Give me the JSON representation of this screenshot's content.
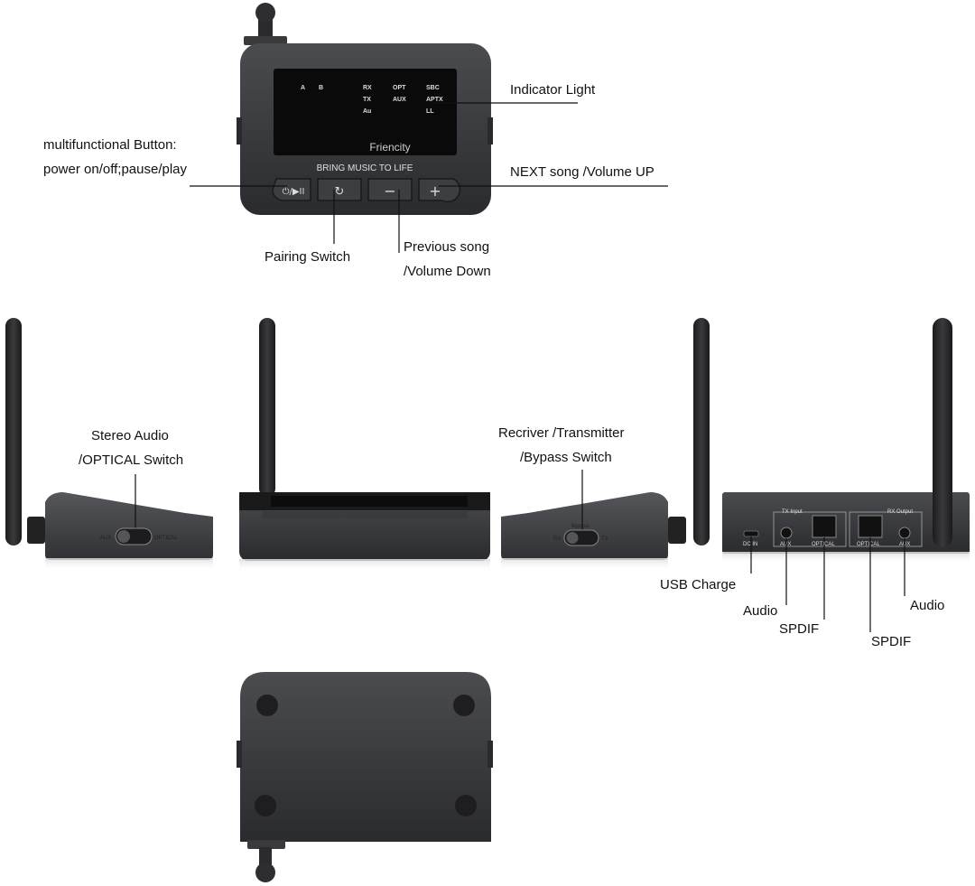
{
  "brand": "Friencity",
  "slogan": "BRING MUSIC TO LIFE",
  "screen_indicators": [
    "A",
    "B",
    "RX",
    "TX",
    "Au",
    "OPT",
    "AUX",
    "SBC",
    "APTX",
    "LL"
  ],
  "button_symbols": {
    "power": "⏻/▶II",
    "pair": "↻",
    "minus": "−",
    "plus": "+"
  },
  "front_labels": {
    "indicator_light": "Indicator Light",
    "multi_line1": "multifunctional Button:",
    "multi_line2": "power on/off;pause/play",
    "next": "NEXT song /Volume UP",
    "pairing": "Pairing Switch",
    "prev_line1": "Previous song",
    "prev_line2": "/Volume Down"
  },
  "side_left": {
    "label_line1": "Stereo Audio",
    "label_line2": "/OPTICAL Switch",
    "switch_left": "AUX",
    "switch_right": "OPTICAL"
  },
  "side_right": {
    "label_line1": "Recriver /Transmitter",
    "label_line2": "/Bypass Switch",
    "switch_top": "Bypass",
    "switch_left": "RX",
    "switch_right": "TX"
  },
  "rear": {
    "tx_input": "TX Input",
    "rx_output": "RX Output",
    "dc_in": "DC IN",
    "aux_in": "AUX",
    "optical_in": "OPTICAL",
    "optical_out": "OPTICAL",
    "aux_out": "AUX",
    "usb_charge": "USB Charge",
    "audio_in": "Audio",
    "spdif_in": "SPDIF",
    "spdif_out": "SPDIF",
    "audio_out": "Audio"
  }
}
